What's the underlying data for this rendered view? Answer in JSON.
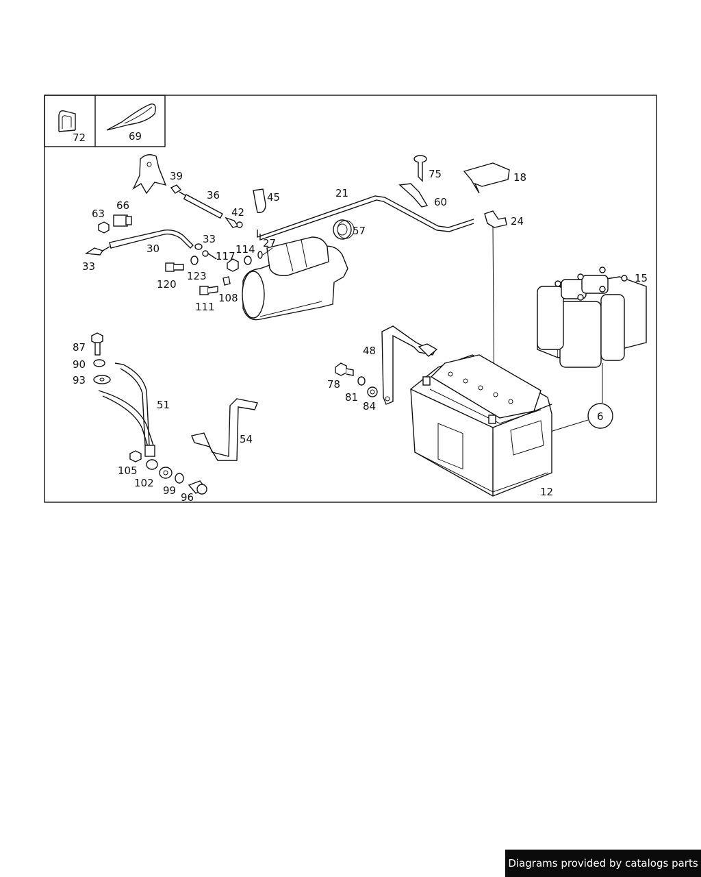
{
  "labels": {
    "p72": "72",
    "p69": "69",
    "p39": "39",
    "p36": "36",
    "p45": "45",
    "p42": "42",
    "p21": "21",
    "p75": "75",
    "p18": "18",
    "p60": "60",
    "p24": "24",
    "p63": "63",
    "p66": "66",
    "p33a": "33",
    "p30": "30",
    "p33b": "33",
    "p117": "117",
    "p114": "114",
    "p27": "27",
    "p57": "57",
    "p120": "120",
    "p123": "123",
    "p111": "111",
    "p108": "108",
    "p15": "15",
    "p87": "87",
    "p90": "90",
    "p93": "93",
    "p51": "51",
    "p48": "48",
    "p78": "78",
    "p81": "81",
    "p84": "84",
    "p54": "54",
    "p105": "105",
    "p102": "102",
    "p99": "99",
    "p96": "96",
    "p6": "6",
    "p12": "12"
  },
  "credit": "Diagrams provided by catalogs parts"
}
